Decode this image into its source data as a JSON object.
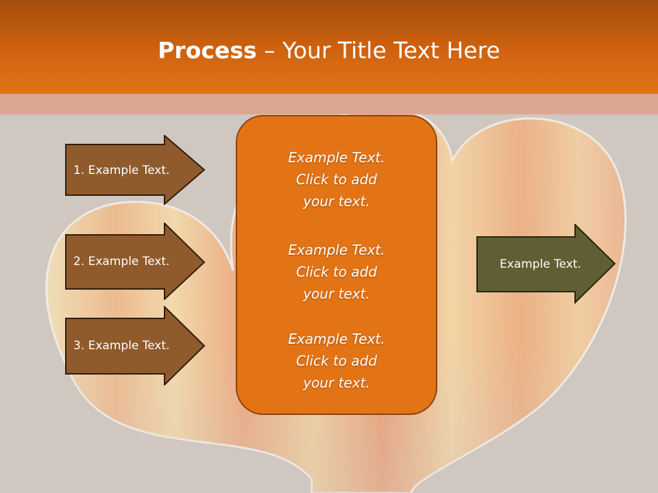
{
  "slide": {
    "title_bold": "Process",
    "title_rest": " – Your Title Text Here",
    "left_arrows": [
      {
        "label": "1. Example Text."
      },
      {
        "label": "2. Example Text."
      },
      {
        "label": "3. Example Text."
      }
    ],
    "center_blocks": [
      {
        "line1": "Example Text.",
        "line2": "Click  to add",
        "line3": "your text."
      },
      {
        "line1": "Example Text.",
        "line2": "Click  to add",
        "line3": "your text."
      },
      {
        "line1": "Example Text.",
        "line2": "Click  to add",
        "line3": "your text."
      }
    ],
    "right_arrow": {
      "label": "Example Text."
    }
  },
  "colors": {
    "header": "#d0630f",
    "header_strip": "#dca792",
    "background": "#cfc7c0",
    "left_arrow_fill": "#8f5b2c",
    "center_box_fill": "#e27416",
    "right_arrow_fill": "#5f5f33"
  }
}
